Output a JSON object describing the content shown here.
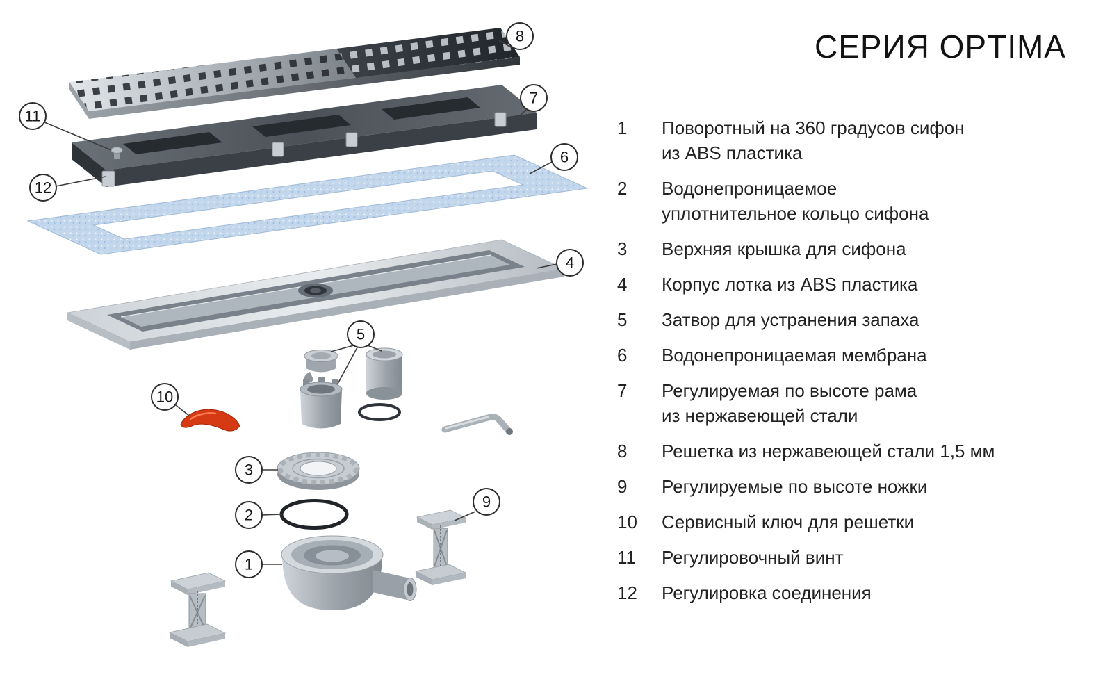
{
  "title": "СЕРИЯ OPTIMA",
  "legend": {
    "items": [
      {
        "num": "1",
        "lines": [
          "Поворотный на 360 градусов сифон",
          "из ABS пластика"
        ]
      },
      {
        "num": "2",
        "lines": [
          "Водонепроницаемое",
          "уплотнительное кольцо сифона"
        ]
      },
      {
        "num": "3",
        "lines": [
          "Верхняя крышка для сифона"
        ]
      },
      {
        "num": "4",
        "lines": [
          "Корпус лотка из ABS пластика"
        ]
      },
      {
        "num": "5",
        "lines": [
          "Затвор для устранения запаха"
        ]
      },
      {
        "num": "6",
        "lines": [
          "Водонепроницаемая мембрана"
        ]
      },
      {
        "num": "7",
        "lines": [
          "Регулируемая по высоте рама",
          "из нержавеющей стали"
        ]
      },
      {
        "num": "8",
        "lines": [
          "Решетка из нержавеющей стали 1,5 мм"
        ]
      },
      {
        "num": "9",
        "lines": [
          "Регулируемые по высоте ножки"
        ]
      },
      {
        "num": "10",
        "lines": [
          "Сервисный ключ для решетки"
        ]
      },
      {
        "num": "11",
        "lines": [
          "Регулировочный винт"
        ]
      },
      {
        "num": "12",
        "lines": [
          "Регулировка соединения"
        ]
      }
    ]
  },
  "colors": {
    "service_key_red": "#d63a14",
    "membrane_blue": "#c3d7ec"
  }
}
